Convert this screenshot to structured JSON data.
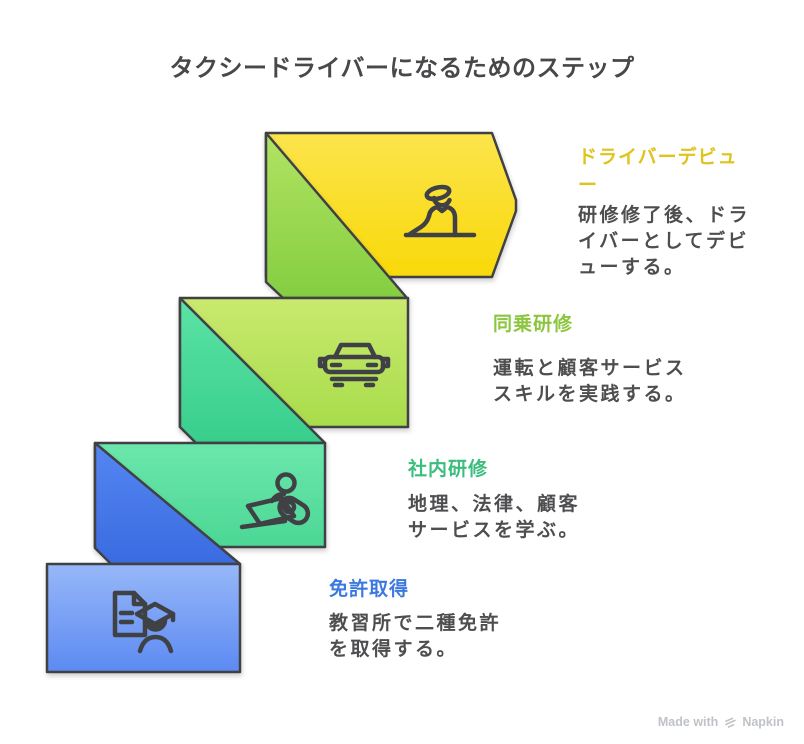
{
  "title": "タクシードライバーになるためのステップ",
  "style": {
    "outline": "#3F4145",
    "body_text_color": "#4E4E50",
    "main_title_color": "#48484B"
  },
  "steps": [
    {
      "name": "ドライバーデビュー",
      "description": "研修修了後、ドライバーとしてデビューする。",
      "accent_color": "#DFC31E",
      "icon": "taxi-driver-icon",
      "shape": "arrow-right",
      "block_gradient": [
        "#FCE44C",
        "#F8D909"
      ],
      "fold_gradient": [
        "#B2E363",
        "#84CE41"
      ]
    },
    {
      "name": "同乗研修",
      "description": "運転と顧客サービススキルを実践する。",
      "accent_color": "#8CC63E",
      "icon": "car-icon",
      "shape": "rectangle",
      "block_gradient": [
        "#C9E96F",
        "#A8DC4B"
      ],
      "fold_gradient": [
        "#5BE3A6",
        "#38CE8B"
      ]
    },
    {
      "name": "社内研修",
      "description": "地理、法律、顧客サービスを学ぶ。",
      "accent_color": "#3ABD7E",
      "icon": "laptop-person-icon",
      "shape": "rectangle",
      "block_gradient": [
        "#6BE7AC",
        "#4CD795"
      ],
      "fold_gradient": [
        "#5586F2",
        "#3A6BE0"
      ]
    },
    {
      "name": "免許取得",
      "description": "教習所で二種免許を取得する。",
      "accent_color": "#3B79E1",
      "icon": "document-graduate-icon",
      "shape": "rectangle",
      "block_gradient": [
        "#97B7F8",
        "#5C8AF2"
      ],
      "fold_gradient": null
    }
  ],
  "watermark": {
    "prefix": "Made with",
    "brand": "Napkin",
    "color": "#BFC2C6"
  }
}
